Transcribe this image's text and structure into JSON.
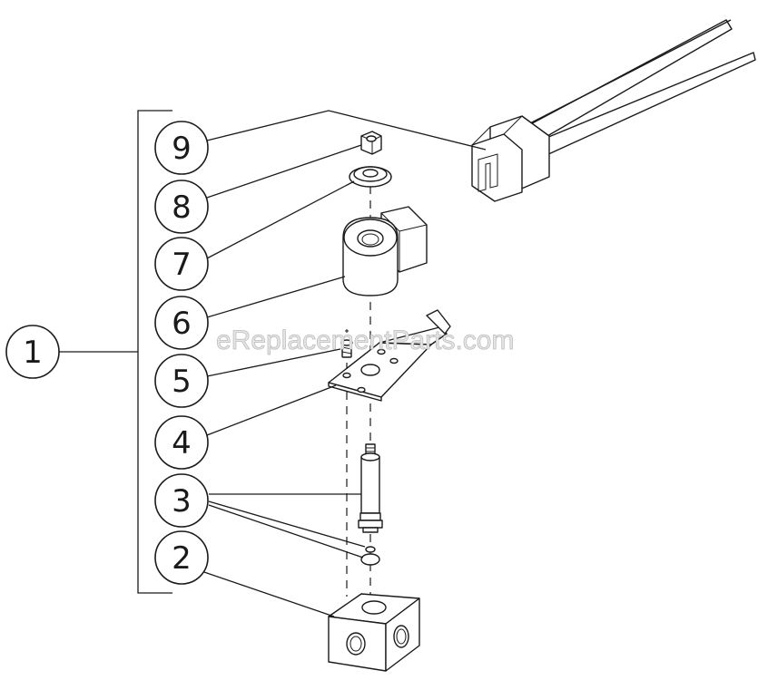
{
  "watermark": "eReplacementParts.com",
  "callouts": [
    {
      "id": "1",
      "label": "1"
    },
    {
      "id": "2",
      "label": "2"
    },
    {
      "id": "3",
      "label": "3"
    },
    {
      "id": "4",
      "label": "4"
    },
    {
      "id": "5",
      "label": "5"
    },
    {
      "id": "6",
      "label": "6"
    },
    {
      "id": "7",
      "label": "7"
    },
    {
      "id": "8",
      "label": "8"
    },
    {
      "id": "9",
      "label": "9"
    }
  ],
  "colors": {
    "line": "#1a1a1a",
    "background": "#ffffff",
    "watermark": "#bdbdbd"
  }
}
